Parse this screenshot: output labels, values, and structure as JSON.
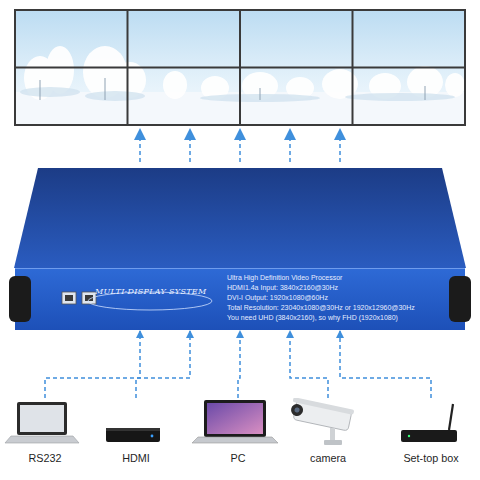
{
  "diagram": {
    "nodes": [
      {
        "text": [
          "MULTI-DISPLAY SYSTEM",
          "Ultra High Definition Video Processor",
          "HDMI1.4a Input: 3840x2160@30Hz",
          "DVI-I Output: 1920x1080@60Hz",
          "Total Resolution: 23040x1080@30Hz or 1920x12960@30Hz",
          "You need UHD (3840x2160), so why FHD (1920x1080)"
        ]
      },
      {
        "text": [
          "RS232"
        ]
      },
      {
        "text": [
          "HDMI"
        ]
      },
      {
        "text": [
          "PC"
        ]
      },
      {
        "text": [
          "camera"
        ]
      },
      {
        "text": [
          "Set-top box"
        ]
      }
    ],
    "edges": [
      {
        "from": 1,
        "to": 0,
        "arrow": "to"
      },
      {
        "from": 2,
        "to": 0,
        "arrow": "to"
      },
      {
        "from": 3,
        "to": 0,
        "arrow": "to"
      },
      {
        "from": 4,
        "to": 0,
        "arrow": "to"
      },
      {
        "from": 5,
        "to": 0,
        "arrow": "to"
      }
    ]
  }
}
